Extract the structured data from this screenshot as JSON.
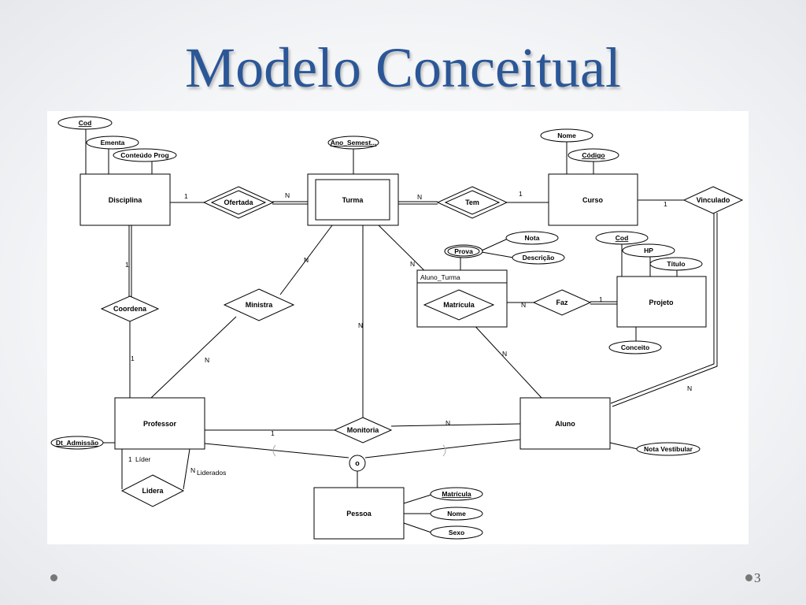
{
  "slide": {
    "title": "Modelo Conceitual",
    "page_number": "3"
  },
  "diagram": {
    "entities": {
      "disciplina": "Disciplina",
      "turma": "Turma",
      "curso": "Curso",
      "professor": "Professor",
      "aluno": "Aluno",
      "projeto": "Projeto",
      "pessoa": "Pessoa",
      "aluno_turma": "Aluno_Turma"
    },
    "relationships": {
      "ofertada": "Ofertada",
      "tem": "Tem",
      "vinculado": "Vinculado",
      "coordena": "Coordena",
      "ministra": "Ministra",
      "matricula": "Matrícula",
      "faz": "Faz",
      "monitoria": "Monitoria",
      "lidera": "Lidera"
    },
    "attributes": {
      "disciplina_cod": "Cod",
      "disciplina_ementa": "Ementa",
      "disciplina_conteudo": "Conteúdo Prog",
      "turma_ano": "Ano_Semest...",
      "curso_nome": "Nome",
      "curso_codigo": "Código",
      "prova": "Prova",
      "prova_nota": "Nota",
      "prova_descricao": "Descrição",
      "projeto_cod": "Cod",
      "projeto_hp": "HP",
      "projeto_titulo": "Título",
      "projeto_conceito": "Conceito",
      "professor_dt_admissao": "Dt_Admissão",
      "aluno_nota_vestibular": "Nota Vestibular",
      "pessoa_matricula": "Matrícula",
      "pessoa_nome": "Nome",
      "pessoa_sexo": "Sexo"
    },
    "specialization_symbol": "o",
    "cardinalities": {
      "disciplina_ofertada": "1",
      "turma_ofertada": "N",
      "turma_tem": "N",
      "curso_tem": "1",
      "curso_vinculado": "1",
      "disciplina_coordena": "1",
      "professor_coordena": "1",
      "turma_ministra": "N",
      "professor_ministra": "N",
      "turma_matricula": "N",
      "turma_monitoria": "N",
      "aluno_matricula": "N",
      "matricula_faz": "N",
      "projeto_faz": "1",
      "aluno_vinculado": "N",
      "professor_monitoria": "1",
      "aluno_monitoria": "N",
      "lider": "1",
      "lider_role": "Líder",
      "liderados": "N",
      "liderados_role": "Liderados"
    }
  }
}
